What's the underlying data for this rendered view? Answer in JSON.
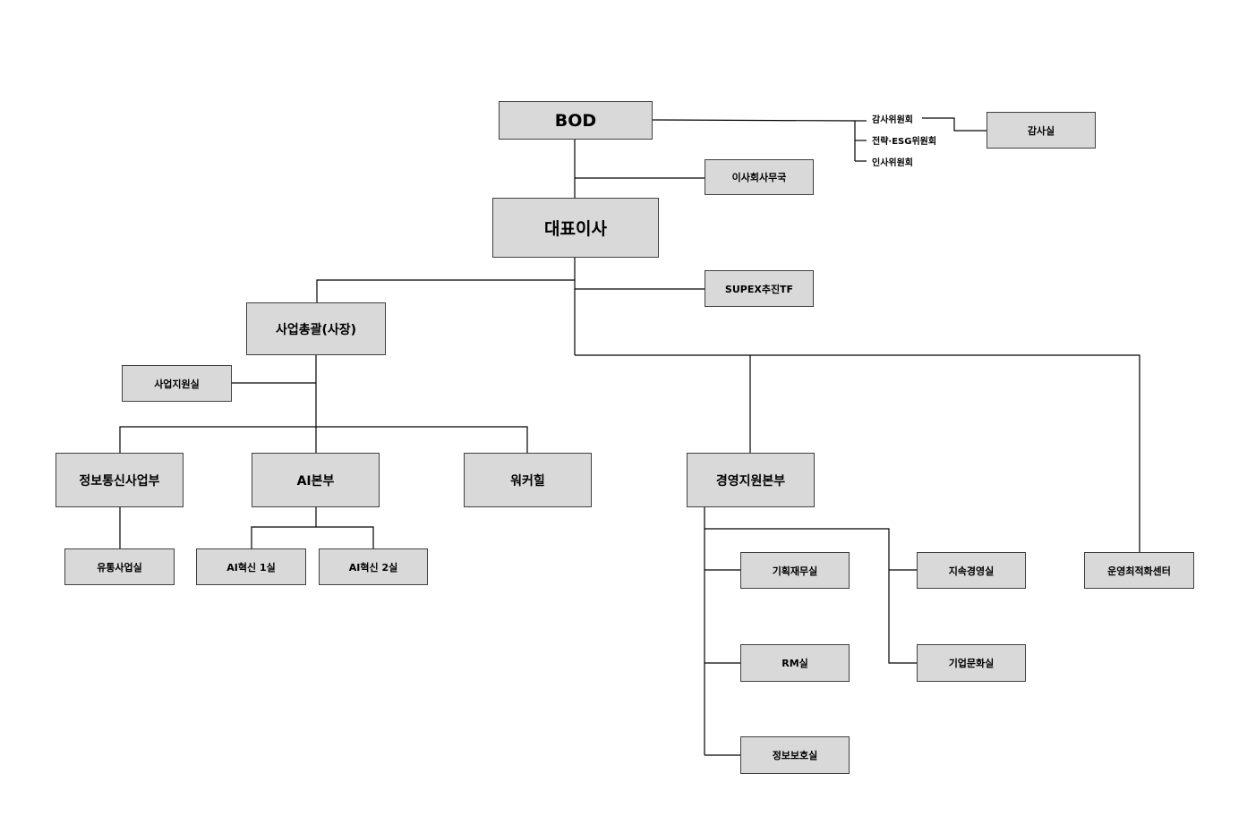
{
  "org": {
    "bod": "BOD",
    "ceo": "대표이사",
    "board_office": "이사회사무국",
    "supex": "SUPEX추진TF",
    "biz_head": "사업총괄(사장)",
    "biz_support": "사업지원실",
    "telecom": "정보통신사업부",
    "ai_hq": "AI본부",
    "worker": "워커힐",
    "mgmt_support": "경영지원본부",
    "distribution": "유통사업실",
    "ai_innov1": "AI혁신 1실",
    "ai_innov2": "AI혁신 2실",
    "planning_finance": "기획재무실",
    "rm": "RM실",
    "info_security": "정보보호실",
    "sustainability": "지속경영실",
    "corp_culture": "기업문화실",
    "ops_optimization": "운영최적화센터",
    "audit_office": "감사실"
  },
  "committees": {
    "audit": "감사위원회",
    "strategy_esg": "전략·ESG위원회",
    "hr": "인사위원회"
  }
}
